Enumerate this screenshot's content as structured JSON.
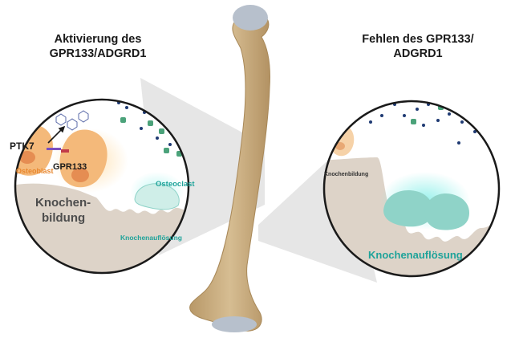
{
  "left_panel": {
    "title_line1": "Aktivierung des",
    "title_line2": "GPR133/ADGRD1",
    "labels": {
      "ptk7": "PTK7",
      "gpr133": "GPR133",
      "osteoblast": "Osteoblast",
      "osteoclast": "Osteoclast",
      "formation_line1": "Knochen-",
      "formation_line2": "bildung",
      "resorption": "Knochenauflösung"
    }
  },
  "right_panel": {
    "title_line1": "Fehlen des GPR133/",
    "title_line2": "ADGRD1",
    "labels": {
      "formation": "Knochenbildung",
      "resorption": "Knochenauflösung"
    }
  },
  "colors": {
    "bone_tan": "#c9ae83",
    "bone_joint": "#b7c0cc",
    "osteoblast": "#f4b97a",
    "osteoclast": "#8fd3c8",
    "resorption_text": "#1fa39a",
    "osteoblast_text": "#e8872e",
    "bone_tissue": "#ddd3c8"
  }
}
